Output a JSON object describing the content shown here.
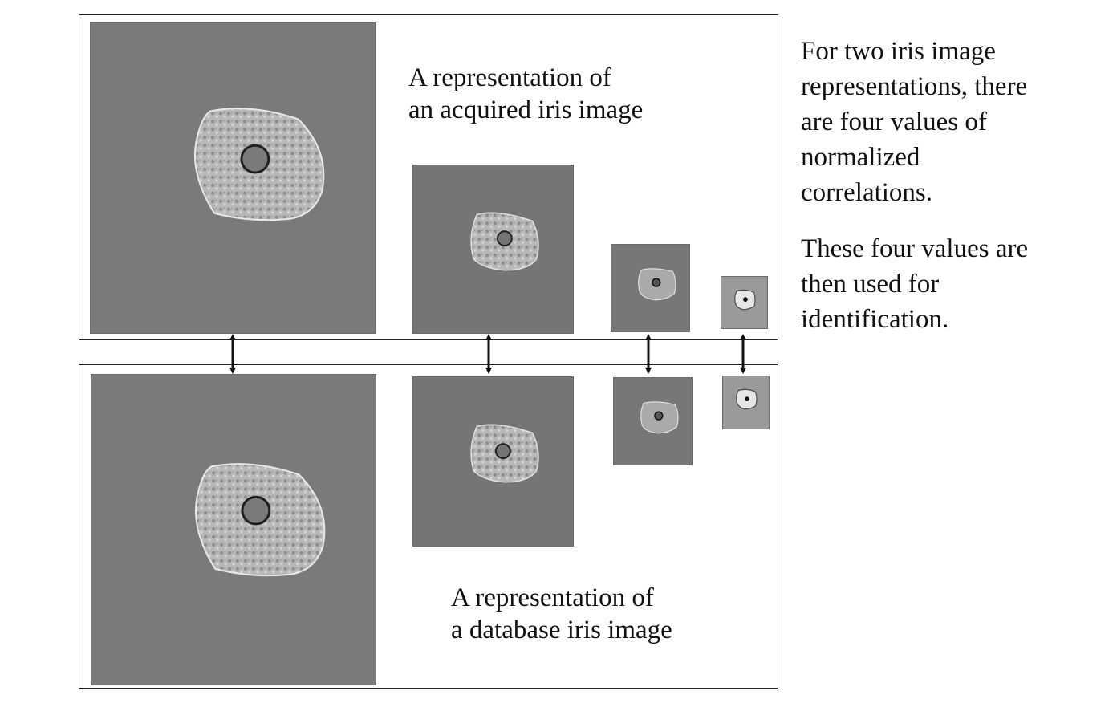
{
  "captions": {
    "acquired_line1": "A representation of",
    "acquired_line2": "an acquired iris image",
    "database_line1": "A representation of",
    "database_line2": "a database iris image"
  },
  "side_note": {
    "paragraph1_line1": "For two iris image",
    "paragraph1_line2": "representations, there",
    "paragraph1_line3": "are four values of",
    "paragraph1_line4": "normalized",
    "paragraph1_line5": "correlations.",
    "paragraph2_line1": "These four values are",
    "paragraph2_line2": "then used for",
    "paragraph2_line3": "identification."
  },
  "images": {
    "resolution_levels": 4,
    "icon": "iris-representation-icon"
  },
  "colors": {
    "panel_border": "#222222",
    "image_background_dark": "#777777",
    "image_background_light": "#9a9a9a",
    "arrow": "#111111"
  }
}
